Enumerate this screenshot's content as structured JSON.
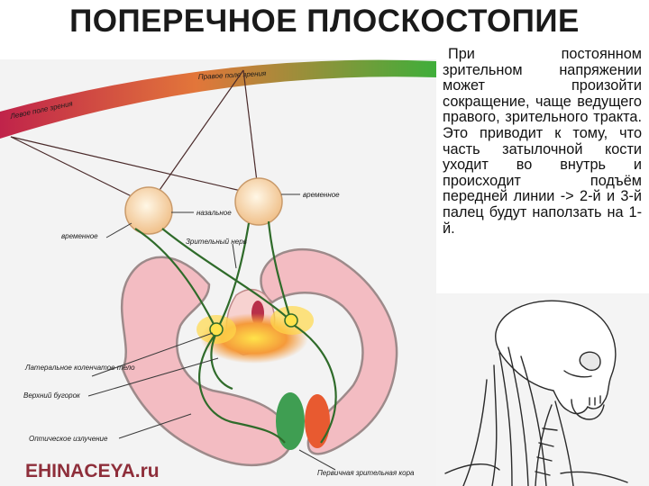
{
  "slide": {
    "title": "ПОПЕРЕЧНОЕ ПЛОСКОСТОПИЕ",
    "body_text": "При постоянном зрительном напряжении может произойти сокращение, чаще ведущего правого, зрительного тракта. Это приводит к тому, что часть затылочной кости уходит во внутрь и происходит подъём передней линии -> 2-й и 3-й палец будут наползать на 1-й."
  },
  "figure": {
    "labels": {
      "left_field": "Левое поле зрения",
      "right_field": "Правое поле зрения",
      "temporal_right": "временное",
      "temporal_left": "временное",
      "nasal": "назальное",
      "optic_nerve": "Зрительный нерв",
      "lgn": "Латеральное коленчатое тело",
      "superior_colliculus": "Верхний бугорок",
      "optic_radiation": "Оптическое излучение",
      "primary_cortex": "Первичная зрительная кора"
    },
    "watermark": "EHINACEYA.ru"
  },
  "colors": {
    "arc_start": "#c0234a",
    "arc_end": "#3fae3a",
    "pathway": "#2f6b2a",
    "brain": "#f3bcc2",
    "brain_outline": "#9d8a8a",
    "watermark": "#8e2e3a"
  }
}
